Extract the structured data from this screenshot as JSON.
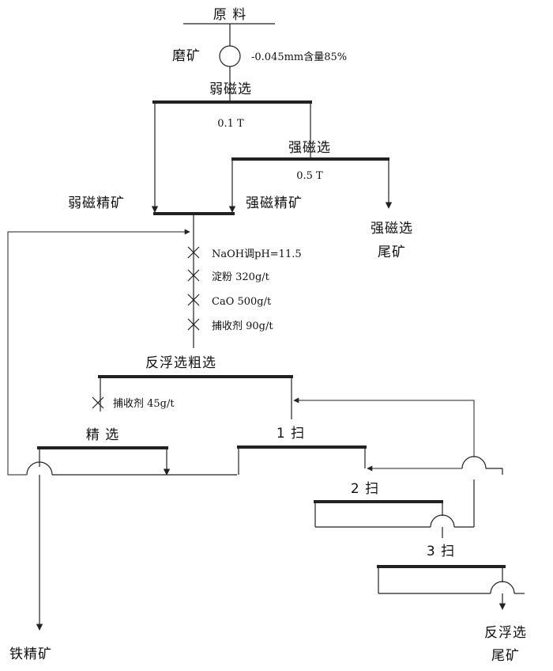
{
  "raw_material": "原 料",
  "grinding": "磨矿",
  "grind_spec": "-0.045mm含量85%",
  "low_intensity_separation": "弱磁选",
  "field_1": "0.1 T",
  "high_intensity_separation": "强磁选",
  "field_2": "0.5 T",
  "low_magnetic_concentrate": "弱磁精矿",
  "high_magnetic_concentrate": "强磁精矿",
  "high_magnetic_tailings_line1": "强磁选",
  "high_magnetic_tailings_line2": "尾矿",
  "reagents": [
    "NaOH调pH=11.5",
    "淀粉 320g/t",
    "CaO 500g/t",
    "捕收剂 90g/t"
  ],
  "rougher": "反浮选粗选",
  "cleaner_reagent": "捕收剂 45g/t",
  "cleaner": "精 选",
  "scavenger_1": "1 扫",
  "scavenger_2": "2 扫",
  "scavenger_3": "3 扫",
  "iron_concentrate": "铁精矿",
  "flotation_tailings_line1": "反浮选",
  "flotation_tailings_line2": "尾矿"
}
